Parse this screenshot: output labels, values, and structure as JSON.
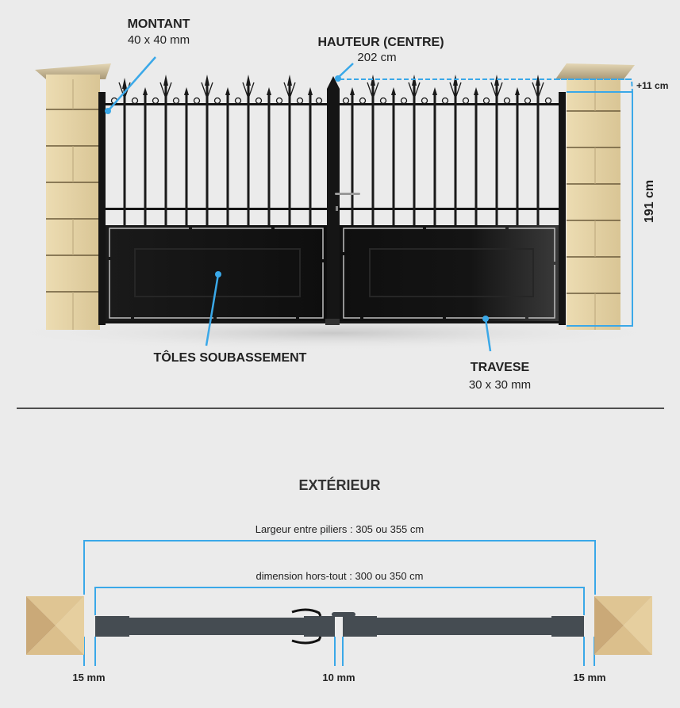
{
  "elevation": {
    "montant": {
      "title": "MONTANT",
      "size": "40 x 40 mm"
    },
    "hauteur": {
      "title": "HAUTEUR (CENTRE)",
      "size": "202 cm"
    },
    "extra_height": "+11 cm",
    "side_height": "191 cm",
    "toles": {
      "title": "TÔLES SOUBASSEMENT"
    },
    "travese": {
      "title": "TRAVESE",
      "size": "30 x 30 mm"
    }
  },
  "plan": {
    "title": "EXTÉRIEUR",
    "width_between_pillars": "Largeur entre piliers : 305 ou 355 cm",
    "overall_dimension": "dimension hors-tout : 300 ou 350 cm",
    "gap_left": "15 mm",
    "gap_center": "10 mm",
    "gap_right": "15 mm"
  },
  "colors": {
    "background": "#ebebeb",
    "accent_blue": "#3aa8e8",
    "metal": "#151515",
    "stone": "#e3d3a8",
    "leaf_plan": "#454c52",
    "pillar_plan": "#dcc08e"
  }
}
